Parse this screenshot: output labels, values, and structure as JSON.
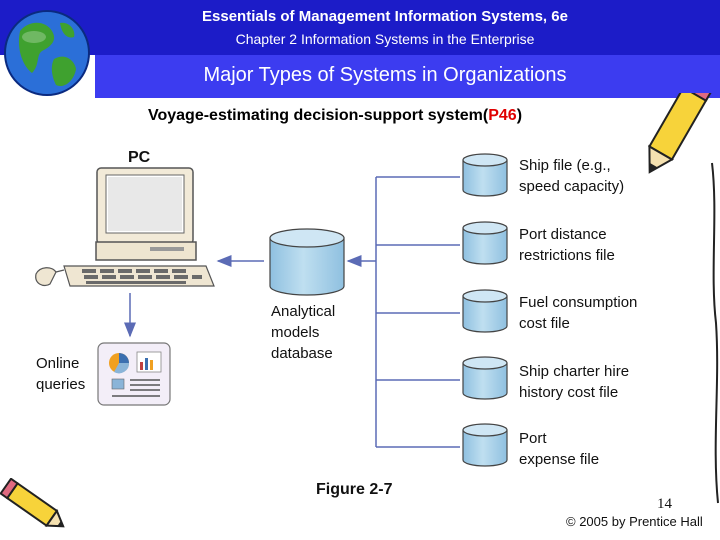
{
  "header": {
    "title": "Essentials of Management Information Systems, 6e",
    "subtitle": "Chapter 2 Information Systems in the Enterprise"
  },
  "slide": {
    "title": "Major Types of Systems in Organizations",
    "heading_prefix": "Voyage-estimating decision-support system(",
    "heading_ref": "P46",
    "heading_suffix": ")"
  },
  "diagram": {
    "pc_label": "PC",
    "online_queries": [
      "Online",
      "queries"
    ],
    "database": [
      "Analytical",
      "models",
      "database"
    ],
    "files": [
      [
        "Ship file (e.g.,",
        "speed capacity)"
      ],
      [
        "Port distance",
        "restrictions file"
      ],
      [
        "Fuel consumption",
        "cost file"
      ],
      [
        "Ship charter hire",
        "history cost file"
      ],
      [
        "Port",
        "expense file"
      ]
    ]
  },
  "footer": {
    "figure": "Figure 2-7",
    "page_number": "14",
    "copyright": "© 2005 by Prentice Hall"
  },
  "colors": {
    "header_bg": "#1c1cc8",
    "band_bg": "#3c3cf0",
    "cylinder": "#a9d0e8",
    "arrow": "#5b6bb5",
    "heading_ref": "#e00000"
  }
}
